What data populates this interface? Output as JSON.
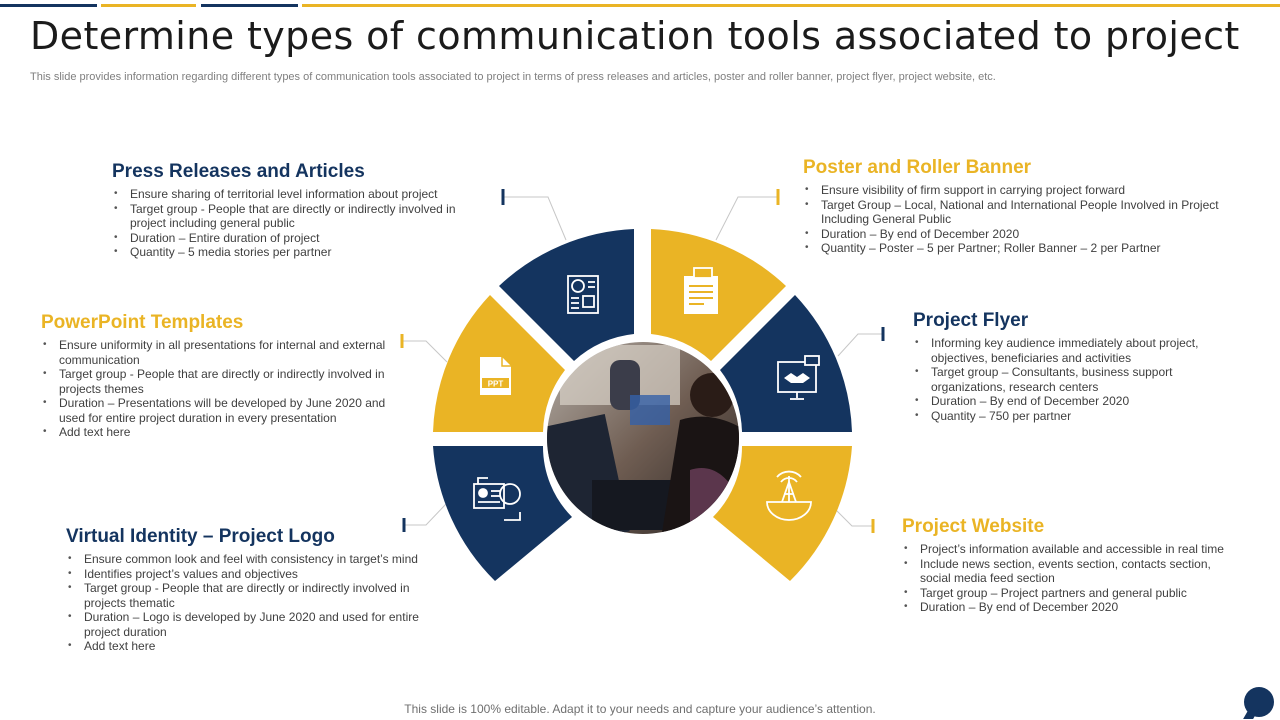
{
  "header": {
    "title": "Determine types of communication tools associated to project",
    "subtitle": "This slide provides information regarding different types of communication tools associated to project in terms of press releases and articles, poster and roller banner, project flyer, project website, etc."
  },
  "colors": {
    "navy": "#14345f",
    "gold": "#eab425"
  },
  "sections": {
    "press": {
      "heading": "Press Releases and Articles",
      "icon": "newspaper-icon",
      "bullets": [
        "Ensure sharing of territorial level information about project",
        "Target group - People that are directly or indirectly involved in project including general public",
        "Duration – Entire duration of project",
        "Quantity – 5 media stories per partner"
      ]
    },
    "poster": {
      "heading": "Poster and Roller Banner",
      "icon": "poster-icon",
      "bullets": [
        "Ensure visibility of firm support in carrying project forward",
        "Target Group – Local, National and International People Involved in Project Including General Public",
        "Duration – By end of December 2020",
        "Quantity – Poster – 5 per Partner; Roller Banner – 2 per Partner"
      ]
    },
    "ppt": {
      "heading": "PowerPoint Templates",
      "icon": "ppt-file-icon",
      "icon_text": "PPT",
      "bullets": [
        "Ensure uniformity in all presentations for internal and external communication",
        "Target group - People that are directly or indirectly involved in projects themes",
        "Duration – Presentations will be developed by June 2020 and used for entire project duration in every presentation",
        "Add text here"
      ]
    },
    "flyer": {
      "heading": "Project Flyer",
      "icon": "handshake-monitor-icon",
      "bullets": [
        "Informing key audience immediately about project, objectives, beneficiaries and activities",
        "Target group – Consultants, business support organizations, research centers",
        "Duration – By end of December 2020",
        "Quantity – 750 per partner"
      ]
    },
    "logo": {
      "heading": "Virtual Identity – Project Logo",
      "icon": "identity-globe-icon",
      "bullets": [
        "Ensure common look and feel with consistency in target’s mind",
        "Identifies project’s values and objectives",
        "Target group - People that are directly or indirectly involved in projects thematic",
        "Duration – Logo is developed by June 2020 and used for entire project duration",
        "Add text here"
      ]
    },
    "website": {
      "heading": "Project Website",
      "icon": "globe-antenna-icon",
      "bullets": [
        "Project’s information available and accessible in real time",
        "Include news section, events section, contacts section, social media feed section",
        "Target group – Project partners and general public",
        "Duration – By end of December 2020"
      ]
    }
  },
  "center_image": "person-at-laptop-photo",
  "footer": {
    "text": "This slide is 100% editable. Adapt it to your needs and capture your audience’s attention."
  }
}
